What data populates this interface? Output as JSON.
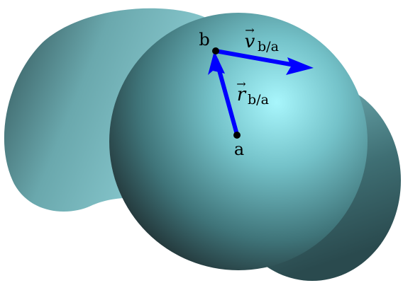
{
  "diagram": {
    "points": [
      {
        "id": "a",
        "label": "a"
      },
      {
        "id": "b",
        "label": "b"
      }
    ],
    "vectors": [
      {
        "id": "r",
        "symbol": "r",
        "arrow": "→",
        "subscript": "b/a",
        "meaning": "position of b relative to a"
      },
      {
        "id": "v",
        "symbol": "v",
        "arrow": "→",
        "subscript": "b/a",
        "meaning": "velocity of b relative to a"
      }
    ],
    "colors": {
      "vector": "#0000ff",
      "point": "#000000",
      "body_light": "#a8f2f8",
      "body_mid": "#5fa8b0",
      "body_dark": "#28484d"
    }
  }
}
